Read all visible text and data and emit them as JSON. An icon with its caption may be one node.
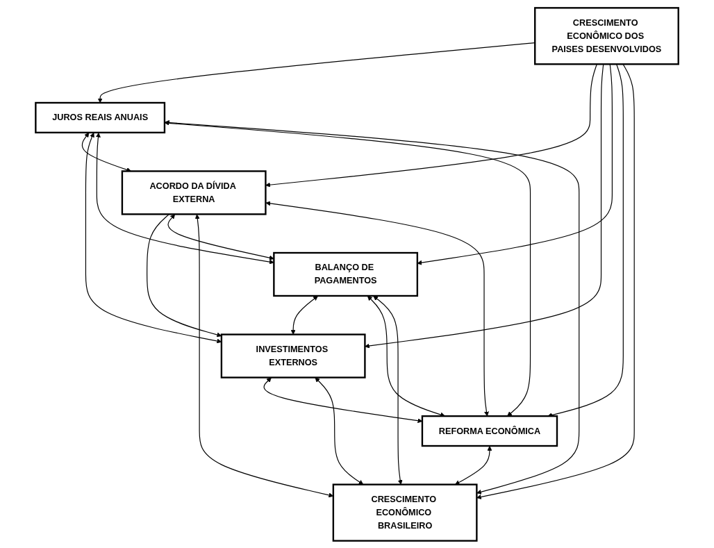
{
  "diagram": {
    "nodes": [
      {
        "text": [
          "JUROS REAIS ANUAIS"
        ]
      },
      {
        "text": [
          "ACORDO DA DÍVIDA EXTERNA"
        ]
      },
      {
        "text": [
          "INVESTIMENTOS EXTERNOS"
        ]
      },
      {
        "text": [
          "CRESCIMENTO ECONÔMICO DOS PAISES DESENVOLVIDOS"
        ]
      },
      {
        "text": [
          "BALANÇO DE PAGAMENTOS"
        ]
      },
      {
        "text": [
          "REFORMA ECONÔMICA"
        ]
      },
      {
        "text": [
          "CRESCIMENTO ECONÔMICO BRASILEIRO"
        ]
      }
    ],
    "edges": [
      {
        "from": 0,
        "to": 1,
        "arrow": "both"
      },
      {
        "from": 0,
        "to": 2,
        "arrow": "both"
      },
      {
        "from": 0,
        "to": 4,
        "arrow": "both"
      },
      {
        "from": 0,
        "to": 5,
        "arrow": "both"
      },
      {
        "from": 0,
        "to": 6,
        "arrow": "both"
      },
      {
        "from": 3,
        "to": 0,
        "arrow": "to"
      },
      {
        "from": 1,
        "to": 2,
        "arrow": "to"
      },
      {
        "from": 3,
        "to": 1,
        "arrow": "to"
      },
      {
        "from": 3,
        "to": 2,
        "arrow": "to"
      },
      {
        "from": 1,
        "to": 4,
        "arrow": "both"
      },
      {
        "from": 1,
        "to": 6,
        "arrow": "both"
      },
      {
        "from": 1,
        "to": 5,
        "arrow": "both"
      },
      {
        "from": 2,
        "to": 5,
        "arrow": "both"
      },
      {
        "from": 2,
        "to": 6,
        "arrow": "both"
      },
      {
        "from": 4,
        "to": 2,
        "arrow": "both"
      },
      {
        "from": 3,
        "to": 4,
        "arrow": "to"
      },
      {
        "from": 3,
        "to": 5,
        "arrow": "to"
      },
      {
        "from": 3,
        "to": 6,
        "arrow": "to"
      },
      {
        "from": 4,
        "to": 5,
        "arrow": "both"
      },
      {
        "from": 4,
        "to": 6,
        "arrow": "both"
      },
      {
        "from": 5,
        "to": 6,
        "arrow": "both"
      }
    ]
  }
}
